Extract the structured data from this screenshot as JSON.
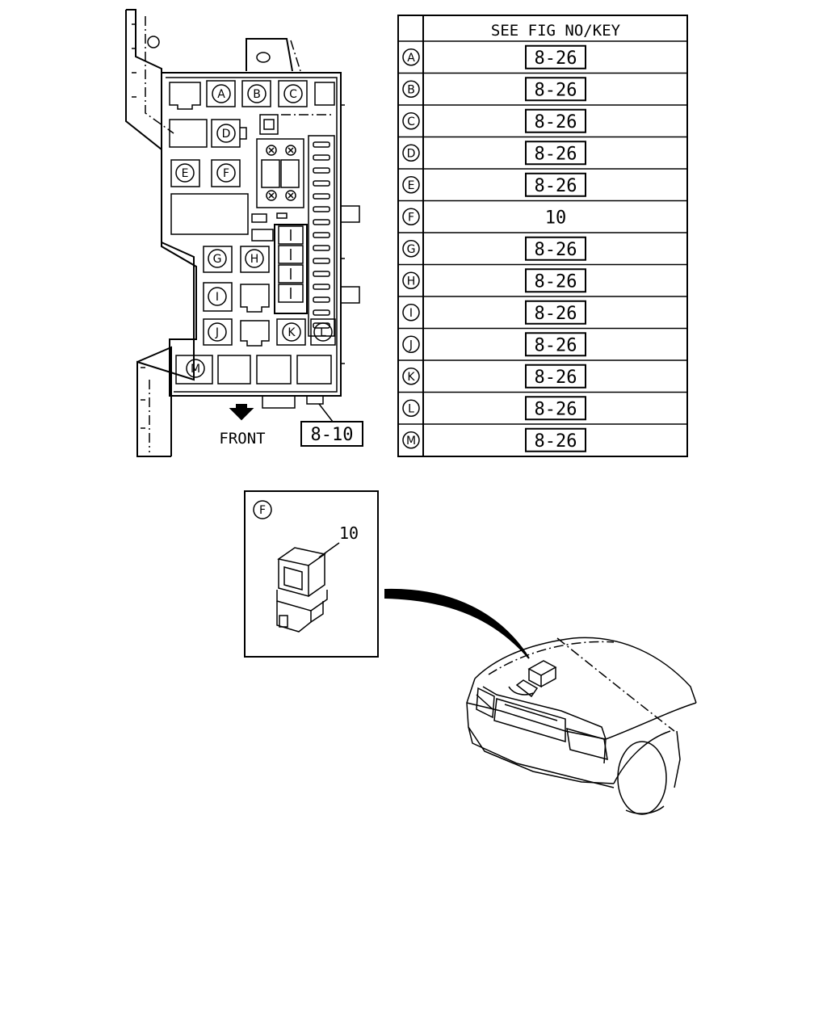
{
  "table": {
    "header": "SEE FIG NO/KEY",
    "rows": [
      {
        "key": "A",
        "ref": "8-26",
        "boxed": true
      },
      {
        "key": "B",
        "ref": "8-26",
        "boxed": true
      },
      {
        "key": "C",
        "ref": "8-26",
        "boxed": true
      },
      {
        "key": "D",
        "ref": "8-26",
        "boxed": true
      },
      {
        "key": "E",
        "ref": "8-26",
        "boxed": true
      },
      {
        "key": "F",
        "ref": "10",
        "boxed": false
      },
      {
        "key": "G",
        "ref": "8-26",
        "boxed": true
      },
      {
        "key": "H",
        "ref": "8-26",
        "boxed": true
      },
      {
        "key": "I",
        "ref": "8-26",
        "boxed": true
      },
      {
        "key": "J",
        "ref": "8-26",
        "boxed": true
      },
      {
        "key": "K",
        "ref": "8-26",
        "boxed": true
      },
      {
        "key": "L",
        "ref": "8-26",
        "boxed": true
      },
      {
        "key": "M",
        "ref": "8-26",
        "boxed": true
      }
    ]
  },
  "fusebox": {
    "front_label": "FRONT",
    "ref_label": "8-10",
    "slot_letters": [
      "A",
      "B",
      "C",
      "D",
      "E",
      "F",
      "G",
      "H",
      "I",
      "J",
      "K",
      "L",
      "M"
    ]
  },
  "detail": {
    "key": "F",
    "part_number": "10"
  }
}
